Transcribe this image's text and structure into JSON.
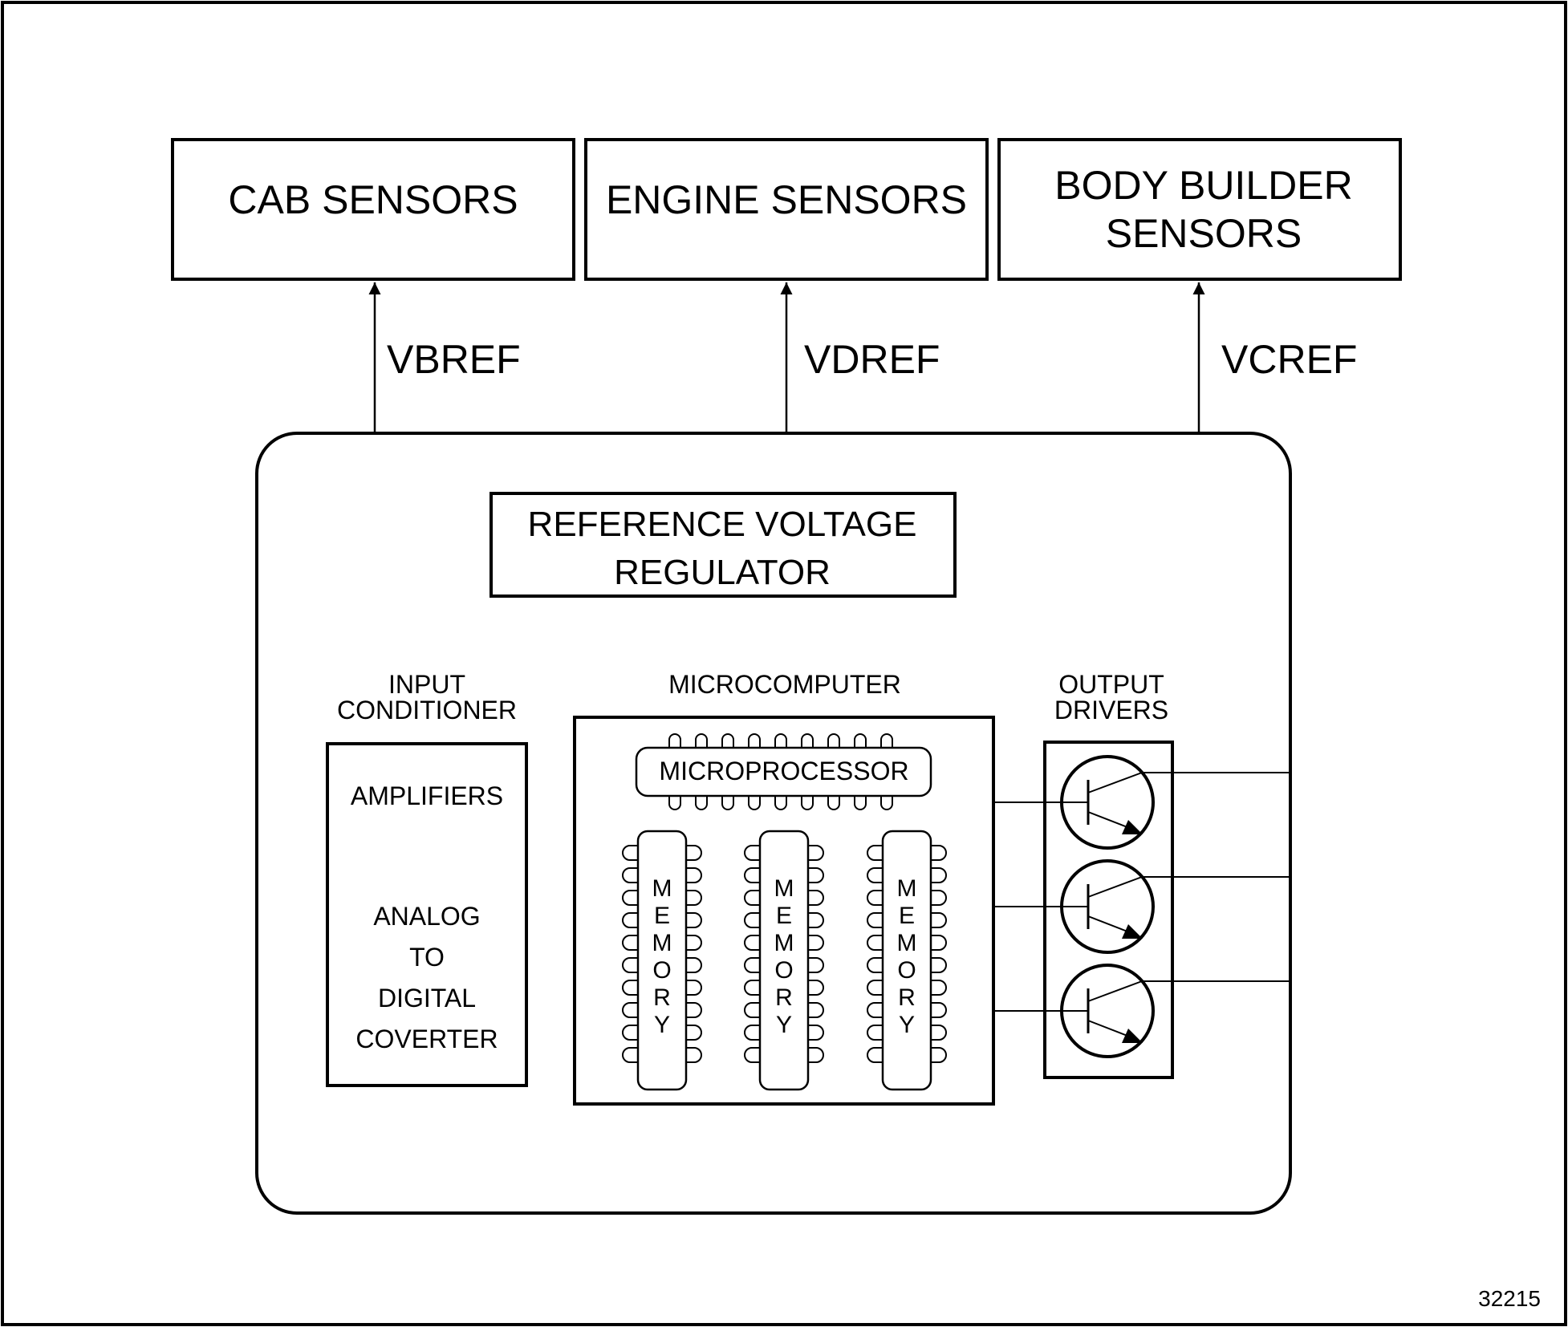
{
  "sensors": {
    "cab": "CAB SENSORS",
    "engine": "ENGINE SENSORS",
    "body_builder_line1": "BODY BUILDER",
    "body_builder_line2": "SENSORS"
  },
  "signals": {
    "vbref": "VBREF",
    "vdref": "VDREF",
    "vcref": "VCREF"
  },
  "regulator": {
    "line1": "REFERENCE VOLTAGE",
    "line2": "REGULATOR"
  },
  "input_conditioner": {
    "title_line1": "INPUT",
    "title_line2": "CONDITIONER",
    "amplifiers": "AMPLIFIERS",
    "adc_line1": "ANALOG",
    "adc_line2": "TO",
    "adc_line3": "DIGITAL",
    "adc_line4": "COVERTER"
  },
  "microcomputer": {
    "title": "MICROCOMPUTER",
    "microprocessor": "MICROPROCESSOR",
    "memory_letters": [
      "M",
      "E",
      "M",
      "O",
      "R",
      "Y"
    ]
  },
  "output_drivers": {
    "title_line1": "OUTPUT",
    "title_line2": "DRIVERS"
  },
  "figure_number": "32215"
}
